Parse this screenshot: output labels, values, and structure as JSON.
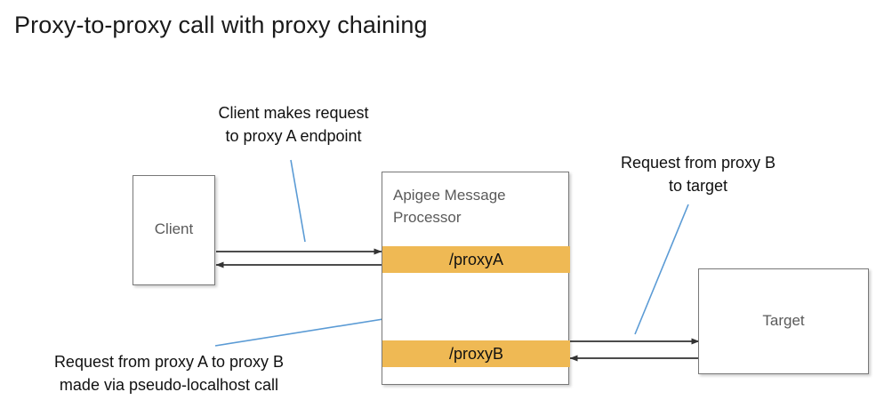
{
  "title": "Proxy-to-proxy call with proxy chaining",
  "colors": {
    "proxy_band": "#EFB954",
    "node_border": "#787878",
    "node_label": "#5A5A5A",
    "leader_line": "#5B9BD5",
    "arrow": "#333333",
    "background": "#FFFFFF",
    "title_text": "#1A1A1A"
  },
  "nodes": {
    "client": {
      "label": "Client"
    },
    "message_processor": {
      "title": "Apigee Message Processor",
      "proxy_a": "/proxyA",
      "proxy_b": "/proxyB"
    },
    "target": {
      "label": "Target"
    }
  },
  "annotations": {
    "client_request": "Client makes request\nto proxy A endpoint",
    "target_request": "Request from proxy B\nto target",
    "chained_request": "Request from proxy A to proxy B\nmade via pseudo-localhost call"
  },
  "diagram_data": {
    "type": "flow-diagram",
    "flows": [
      {
        "from": "Client",
        "to": "/proxyA",
        "direction": "request"
      },
      {
        "from": "/proxyA",
        "to": "Client",
        "direction": "response"
      },
      {
        "from": "/proxyA",
        "to": "/proxyB",
        "direction": "request"
      },
      {
        "from": "/proxyB",
        "to": "/proxyA",
        "direction": "response"
      },
      {
        "from": "/proxyB",
        "to": "Target",
        "direction": "request"
      },
      {
        "from": "Target",
        "to": "/proxyB",
        "direction": "response"
      }
    ]
  }
}
